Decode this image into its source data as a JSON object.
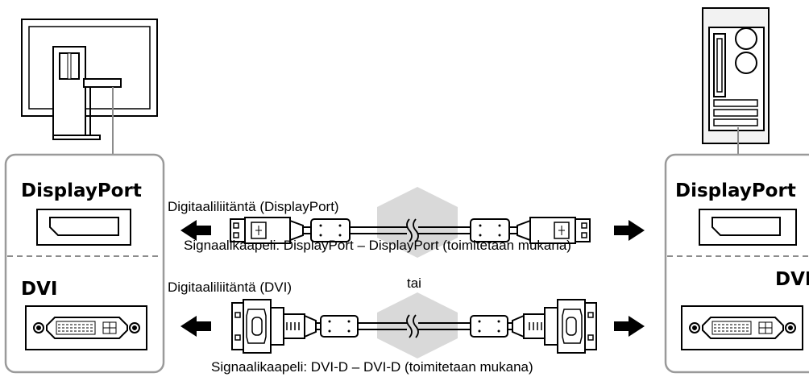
{
  "monitor_panel": {
    "displayport_label": "DisplayPort",
    "dvi_label": "DVI"
  },
  "pc_panel": {
    "displayport_label": "DisplayPort",
    "dvi_label": "DVI"
  },
  "displayport_cable": {
    "connector_caption": "Digitaaliliitäntä (DisplayPort)",
    "cable_caption": "Signaalikaapeli: DisplayPort – DisplayPort (toimitetaan mukana)"
  },
  "separator_word": "tai",
  "dvi_cable": {
    "connector_caption": "Digitaaliliitäntä (DVI)",
    "cable_caption": "Signaalikaapeli: DVI-D – DVI-D (toimitetaan mukana)"
  },
  "colors": {
    "panel_border": "#9a9a9a",
    "panel_divider": "#8c8c8c",
    "hourglass": "#d9d9d9",
    "stroke": "#000000",
    "pc_case_fill": "#f2f2f2"
  },
  "icons": [
    "monitor-rear-icon",
    "pc-tower-icon",
    "displayport-socket-icon",
    "dvi-socket-icon",
    "arrow-left-icon",
    "arrow-right-icon",
    "cable-break-icon"
  ]
}
